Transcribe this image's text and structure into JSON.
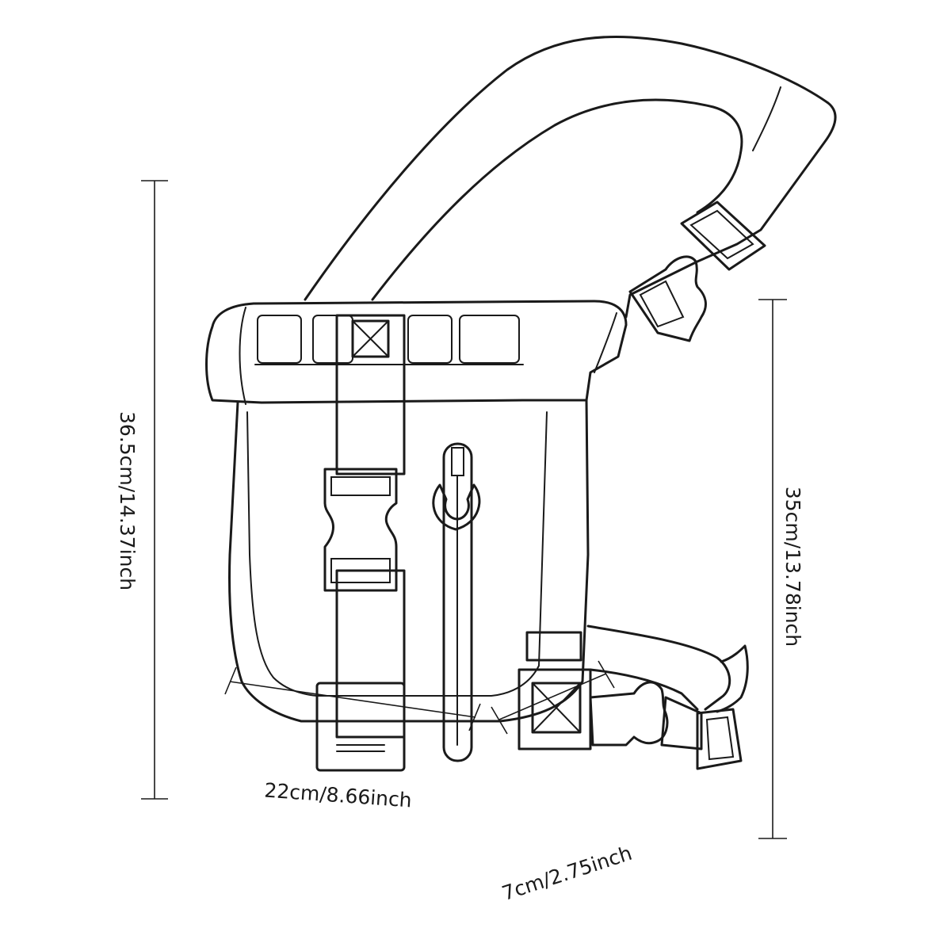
{
  "dimensions": {
    "total_height": "36.5cm/14.37inch",
    "body_height": "35cm/13.78inch",
    "width": "22cm/8.66inch",
    "depth": "7cm/2.75inch"
  },
  "colors": {
    "line": "#1a1a1a",
    "background": "#ffffff"
  }
}
